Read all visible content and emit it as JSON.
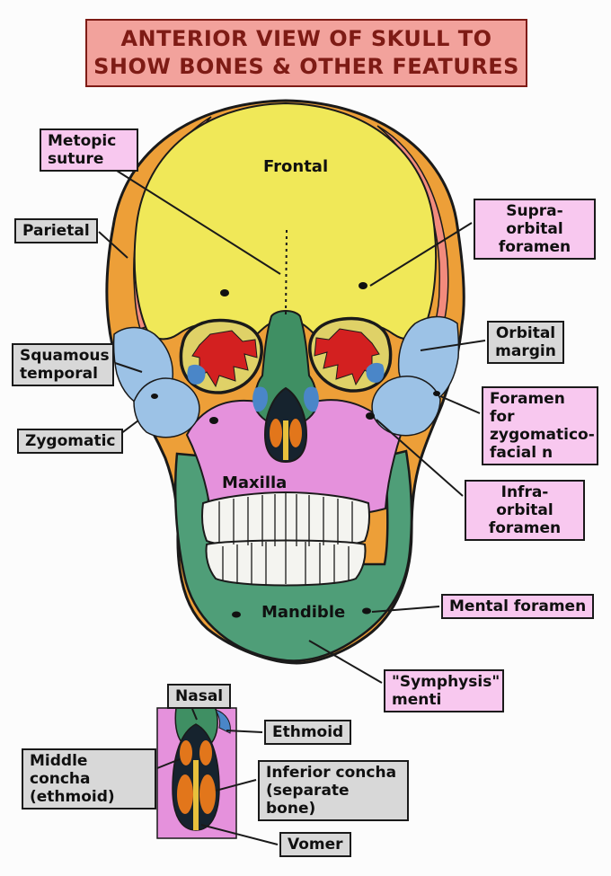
{
  "title": {
    "line1": "ANTERIOR VIEW OF SKULL TO",
    "line2": "SHOW BONES & OTHER FEATURES"
  },
  "labels": {
    "metopic_suture": "Metopic suture",
    "frontal": "Frontal",
    "parietal": "Parietal",
    "supra_orbital_foramen": "Supra-orbital foramen",
    "squamous_temporal": "Squamous temporal",
    "orbital_margin": "Orbital margin",
    "zygomatic": "Zygomatic",
    "foramen_zygomaticofacial": "Foramen for zygomatico-facial n",
    "maxilla": "Maxilla",
    "infra_orbital_foramen": "Infra-orbital foramen",
    "mandible": "Mandible",
    "mental_foramen": "Mental foramen",
    "symphysis_menti": "\"Symphysis\" menti",
    "nasal": "Nasal",
    "ethmoid": "Ethmoid",
    "middle_concha": "Middle concha (ethmoid)",
    "inferior_concha": "Inferior concha (separate bone)",
    "vomer": "Vomer"
  },
  "colors": {
    "title_bg": "#F2A29C",
    "title_text": "#7E1B15",
    "pink_label_bg": "#F8C8EF",
    "gray_label_bg": "#D8D8D8",
    "outline": "#1a1a1a",
    "page_bg": "#FCFCFC",
    "frontal_yellow": "#F0E858",
    "parietal_pink": "#F28B7D",
    "temporal_orange": "#ED9F38",
    "bone_blue": "#9CC2E6",
    "orbit_blue": "#4A86C8",
    "sphenoid_red": "#D32020",
    "maxilla_pink": "#E591DC",
    "mandible_green": "#4F9E78",
    "nasal_green": "#3F8F63",
    "cavity_dark": "#16232E",
    "concha_orange": "#E2761B",
    "vomer_yellow": "#E8C13C",
    "teeth_white": "#F4F4F0"
  }
}
